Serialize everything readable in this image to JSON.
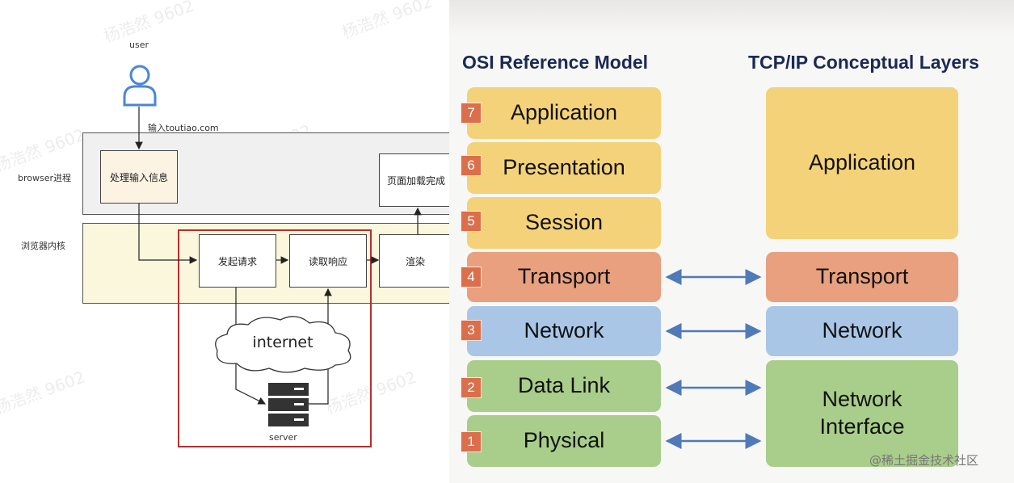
{
  "flow": {
    "user_label": "user",
    "input_label": "输入toutiao.com",
    "browser_lane": "browser进程",
    "renderer_lane": "浏览器内核",
    "node_input": "处理输入信息",
    "node_done": "页面加载完成",
    "node_request": "发起请求",
    "node_read": "读取响应",
    "node_render": "渲染",
    "cloud_label": "internet",
    "server_label": "server",
    "watermark": "杨浩然 9602"
  },
  "osi": {
    "heading_left": "OSI Reference Model",
    "heading_right": "TCP/IP Conceptual Layers",
    "layers": [
      {
        "num": "7",
        "label": "Application"
      },
      {
        "num": "6",
        "label": "Presentation"
      },
      {
        "num": "5",
        "label": "Session"
      },
      {
        "num": "4",
        "label": "Transport"
      },
      {
        "num": "3",
        "label": "Network"
      },
      {
        "num": "2",
        "label": "Data Link"
      },
      {
        "num": "1",
        "label": "Physical"
      }
    ],
    "tcp_layers": [
      {
        "label": "Application"
      },
      {
        "label": "Transport"
      },
      {
        "label": "Network"
      },
      {
        "label": "Network Interface"
      }
    ],
    "credit": "@稀土掘金技术社区"
  },
  "colors": {
    "application": "#f4d27a",
    "transport": "#e8a07e",
    "network": "#a9c6e7",
    "link": "#a9cd8a",
    "badge": "#db6e4b",
    "red_frame": "#b23030",
    "arrow": "#4f79b8"
  }
}
